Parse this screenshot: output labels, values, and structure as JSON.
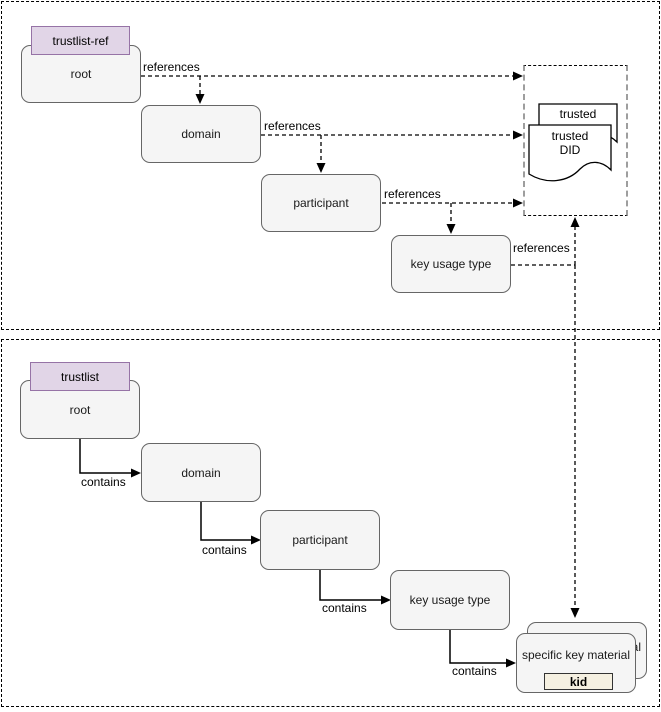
{
  "top_section": {
    "tag": "trustlist-ref",
    "nodes": [
      {
        "id": "root",
        "label": "root"
      },
      {
        "id": "domain",
        "label": "domain"
      },
      {
        "id": "participant",
        "label": "participant"
      },
      {
        "id": "key-usage-type",
        "label": "key usage type"
      }
    ],
    "edges": [
      {
        "from": "root",
        "to": "trusted-did",
        "label": "references"
      },
      {
        "from": "domain",
        "to": "trusted-did",
        "label": "references"
      },
      {
        "from": "participant",
        "to": "trusted-did",
        "label": "references"
      },
      {
        "from": "key-usage-type",
        "to": "trusted-did",
        "label": "references"
      }
    ],
    "trusted": {
      "back_doc_label": "trusted",
      "front_doc_line1": "trusted",
      "front_doc_line2": "DID"
    }
  },
  "bottom_section": {
    "tag": "trustlist",
    "nodes": [
      {
        "id": "root",
        "label": "root"
      },
      {
        "id": "domain",
        "label": "domain"
      },
      {
        "id": "participant",
        "label": "participant"
      },
      {
        "id": "key-usage-type",
        "label": "key usage type"
      },
      {
        "id": "specific-key-material",
        "label": "specific key material"
      }
    ],
    "kid_badge": "kid",
    "edges": [
      {
        "from": "root",
        "to": "domain",
        "label": "contains"
      },
      {
        "from": "domain",
        "to": "participant",
        "label": "contains"
      },
      {
        "from": "participant",
        "to": "key-usage-type",
        "label": "contains"
      },
      {
        "from": "key-usage-type",
        "to": "specific-key-material",
        "label": "contains"
      }
    ]
  },
  "colors": {
    "tag_fill": "#e1d5e7",
    "tag_stroke": "#9673a6",
    "node_fill": "#f5f5f5",
    "node_stroke": "#666666",
    "kid_fill": "#f5f0e1",
    "container_dash": "#9e9e9e",
    "line": "#000000"
  }
}
